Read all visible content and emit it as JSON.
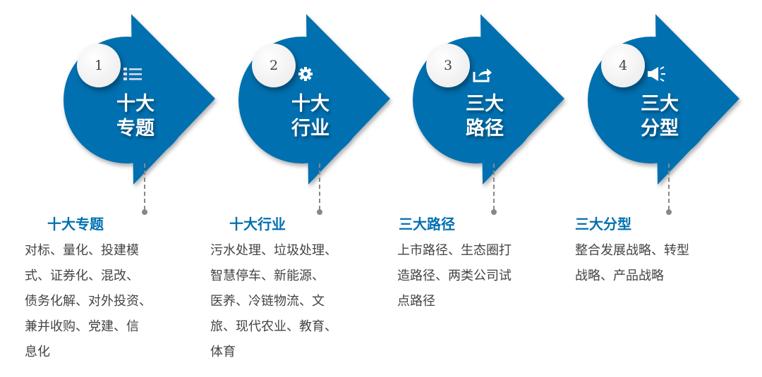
{
  "colors": {
    "primary": "#0070b0",
    "text": "#444444"
  },
  "panels": [
    {
      "number": "1",
      "icon": "list-icon",
      "title_line1": "十大",
      "title_line2": "专题",
      "heading": "十大专题",
      "lines": [
        "对标、量化、投建模",
        "式、证券化、混改、",
        "债务化解、对外投资、",
        "兼并收购、党建、信",
        "息化"
      ]
    },
    {
      "number": "2",
      "icon": "gear-icon",
      "title_line1": "十大",
      "title_line2": "行业",
      "heading": "十大行业",
      "lines": [
        "污水处理、垃圾处理、",
        "智慧停车、新能源、",
        "医养、冷链物流、文",
        "旅、现代农业、教育、",
        "体育"
      ]
    },
    {
      "number": "3",
      "icon": "share-icon",
      "title_line1": "三大",
      "title_line2": "路径",
      "heading": "三大路径",
      "lines": [
        "上市路径、生态圈打",
        "造路径、两类公司试",
        "点路径"
      ]
    },
    {
      "number": "4",
      "icon": "megaphone-icon",
      "title_line1": "三大",
      "title_line2": "分型",
      "heading": "三大分型",
      "lines": [
        "整合发展战略、转型",
        "战略、产品战略"
      ]
    }
  ]
}
